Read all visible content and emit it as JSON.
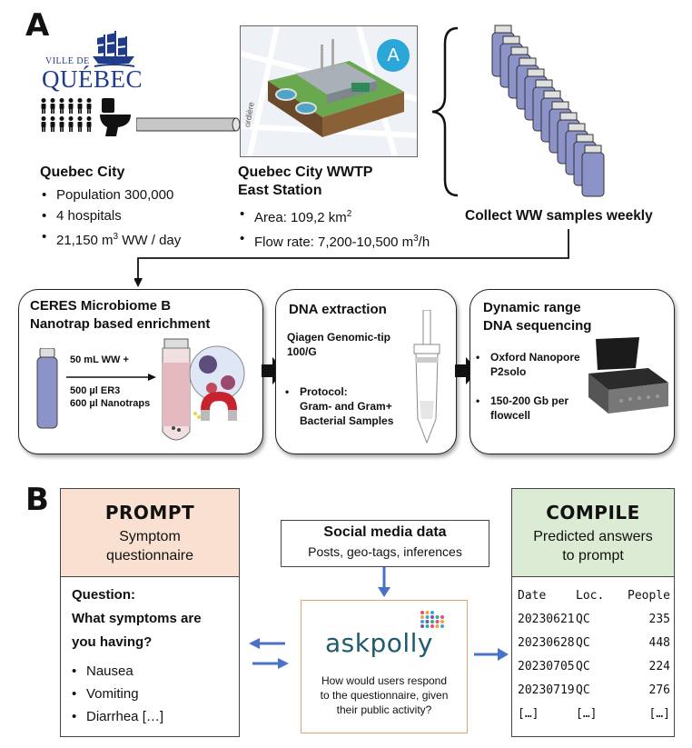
{
  "panel_a": {
    "letter": "A",
    "logo_line1": "VILLE DE",
    "logo_line2": "QUÉBEC",
    "map_badge": "A",
    "map_street": "ordière",
    "city": {
      "title": "Quebec City",
      "items": [
        "Population 300,000",
        "4 hospitals",
        "21,150 m",
        "3",
        " WW / day"
      ]
    },
    "wwtp": {
      "title1": "Quebec City WWTP",
      "title2": "East Station",
      "area": "Area: 109,2 km",
      "area_sup": "2",
      "flow": "Flow rate: 7,200-10,500 m",
      "flow_sup": "3",
      "flow_unit": "/h"
    },
    "collect": "Collect WW samples weekly",
    "step1": {
      "title1": "CERES Microbiome B",
      "title2": "Nanotrap based enrichment",
      "line1": "50 mL WW +",
      "line2": "500 µl ER3",
      "line3": "600 µl Nanotraps"
    },
    "step2": {
      "title": "DNA extraction",
      "kit1": "Qiagen Genomic-tip",
      "kit2": "100/G",
      "protocol": "Protocol:",
      "protocol2": "Gram- and Gram+",
      "protocol3": "Bacterial Samples"
    },
    "step3": {
      "title1": "Dynamic range",
      "title2": "DNA sequencing",
      "b1a": "Oxford Nanopore",
      "b1b": "P2solo",
      "b2a": "150-200 Gb per",
      "b2b": "flowcell"
    }
  },
  "panel_b": {
    "letter": "B",
    "prompt": {
      "title": "PROMPT",
      "sub1": "Symptom",
      "sub2": "questionnaire",
      "q_label": "Question:",
      "q1": "What symptoms are",
      "q2": "you having?",
      "items": [
        "Nausea",
        "Vomiting",
        "Diarrhea […]"
      ]
    },
    "social": {
      "title": "Social media data",
      "sub": "Posts, geo-tags, inferences"
    },
    "askpolly": {
      "brand": "askpolly",
      "q1": "How would users respond",
      "q2": "to the questionnaire, given",
      "q3": "their public activity?"
    },
    "compile": {
      "title": "COMPILE",
      "sub1": "Predicted answers",
      "sub2": "to prompt",
      "headers": [
        "Date",
        "Loc.",
        "People"
      ],
      "rows": [
        [
          "20230621",
          "QC",
          "235"
        ],
        [
          "20230628",
          "QC",
          "448"
        ],
        [
          "20230705",
          "QC",
          "224"
        ],
        [
          "20230719",
          "QC",
          "276"
        ],
        [
          "[…]",
          "[…]",
          "[…]"
        ]
      ]
    }
  },
  "colors": {
    "prompt_header": "#f9e0d0",
    "compile_header": "#dcebd3",
    "arrow_blue": "#4a72c4",
    "quebec_blue": "#1f3c88",
    "vial_fill": "#8c93c8"
  }
}
